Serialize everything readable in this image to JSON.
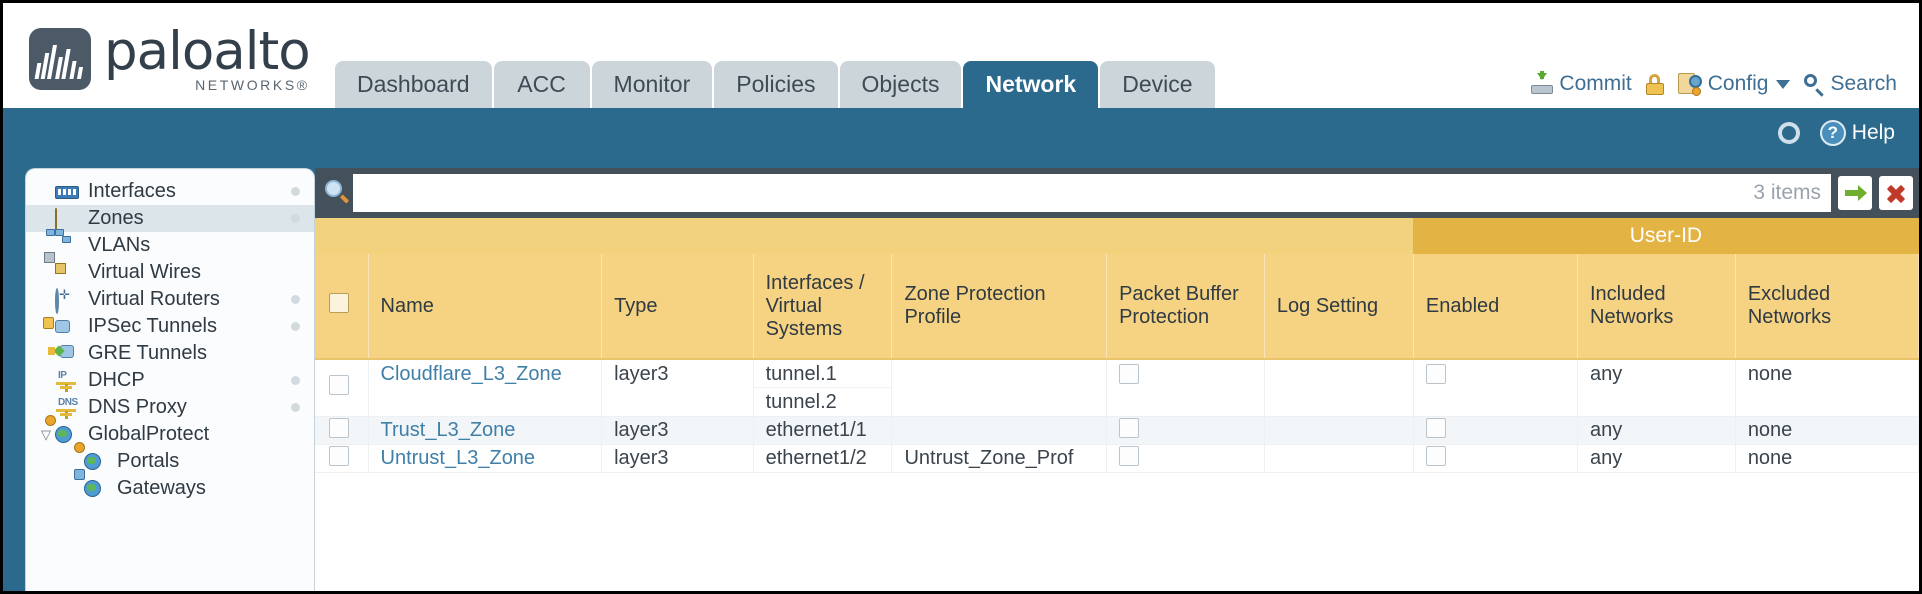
{
  "brand": {
    "word": "paloalto",
    "sub": "NETWORKS®"
  },
  "tabs": [
    {
      "label": "Dashboard",
      "active": false
    },
    {
      "label": "ACC",
      "active": false
    },
    {
      "label": "Monitor",
      "active": false
    },
    {
      "label": "Policies",
      "active": false
    },
    {
      "label": "Objects",
      "active": false
    },
    {
      "label": "Network",
      "active": true
    },
    {
      "label": "Device",
      "active": false
    }
  ],
  "header_actions": {
    "commit": "Commit",
    "lock_icon": "padlock-icon",
    "config": "Config",
    "search": "Search"
  },
  "band": {
    "refresh_icon": "refresh-icon",
    "help": "Help"
  },
  "sidebar": {
    "items": [
      {
        "label": "Interfaces",
        "icon": "interfaces-icon",
        "selected": false,
        "dot": true,
        "child": false,
        "expander": ""
      },
      {
        "label": "Zones",
        "icon": "zones-icon",
        "selected": true,
        "dot": true,
        "child": false,
        "expander": ""
      },
      {
        "label": "VLANs",
        "icon": "vlans-icon",
        "selected": false,
        "dot": false,
        "child": false,
        "expander": ""
      },
      {
        "label": "Virtual Wires",
        "icon": "virtual-wires-icon",
        "selected": false,
        "dot": false,
        "child": false,
        "expander": ""
      },
      {
        "label": "Virtual Routers",
        "icon": "virtual-routers-icon",
        "selected": false,
        "dot": true,
        "child": false,
        "expander": ""
      },
      {
        "label": "IPSec Tunnels",
        "icon": "ipsec-tunnels-icon",
        "selected": false,
        "dot": true,
        "child": false,
        "expander": ""
      },
      {
        "label": "GRE Tunnels",
        "icon": "gre-tunnels-icon",
        "selected": false,
        "dot": false,
        "child": false,
        "expander": ""
      },
      {
        "label": "DHCP",
        "icon": "dhcp-icon",
        "selected": false,
        "dot": true,
        "child": false,
        "expander": ""
      },
      {
        "label": "DNS Proxy",
        "icon": "dns-proxy-icon",
        "selected": false,
        "dot": true,
        "child": false,
        "expander": ""
      },
      {
        "label": "GlobalProtect",
        "icon": "globalprotect-icon",
        "selected": false,
        "dot": false,
        "child": false,
        "expander": "▽"
      },
      {
        "label": "Portals",
        "icon": "portals-icon",
        "selected": false,
        "dot": false,
        "child": true,
        "expander": ""
      },
      {
        "label": "Gateways",
        "icon": "gateways-icon",
        "selected": false,
        "dot": false,
        "child": true,
        "expander": ""
      }
    ]
  },
  "filter": {
    "value": "",
    "placeholder": "",
    "count": "3 items",
    "apply_icon": "apply-filter-icon",
    "clear_icon": "clear-filter-icon",
    "search_icon": "search-icon"
  },
  "table": {
    "group_header": "User-ID",
    "columns": [
      "Name",
      "Type",
      "Interfaces / Virtual Systems",
      "Zone Protection Profile",
      "Packet Buffer Protection",
      "Log Setting",
      "Enabled",
      "Included Networks",
      "Excluded Networks"
    ],
    "rows": [
      {
        "name": "Cloudflare_L3_Zone",
        "type": "layer3",
        "interfaces": [
          "tunnel.1",
          "tunnel.2"
        ],
        "zone_protection_profile": "",
        "packet_buffer_protection": false,
        "log_setting": "",
        "enabled": false,
        "included_networks": "any",
        "excluded_networks": "none"
      },
      {
        "name": "Trust_L3_Zone",
        "type": "layer3",
        "interfaces": [
          "ethernet1/1"
        ],
        "zone_protection_profile": "",
        "packet_buffer_protection": false,
        "log_setting": "",
        "enabled": false,
        "included_networks": "any",
        "excluded_networks": "none"
      },
      {
        "name": "Untrust_L3_Zone",
        "type": "layer3",
        "interfaces": [
          "ethernet1/2"
        ],
        "zone_protection_profile": "Untrust_Zone_Prof",
        "packet_buffer_protection": false,
        "log_setting": "",
        "enabled": false,
        "included_networks": "any",
        "excluded_networks": "none"
      }
    ]
  },
  "colors": {
    "brand_blue": "#2c6a8d",
    "header_amber": "#f5d383",
    "group_amber": "#e3b343",
    "link_blue": "#3f7fa8",
    "filterbar": "#44505a"
  }
}
